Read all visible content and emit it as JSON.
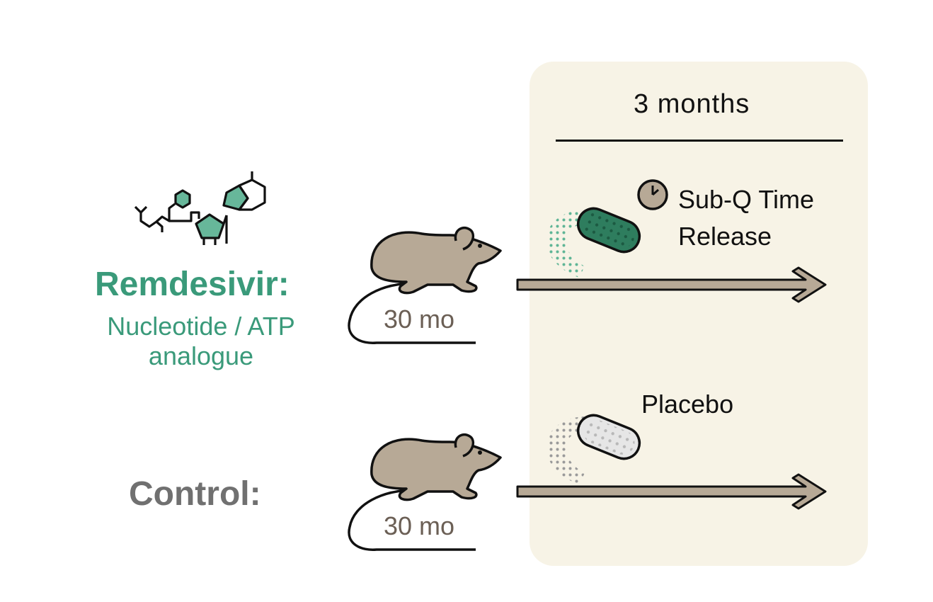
{
  "duration": "3 months",
  "groups": {
    "treatment": {
      "title": "Remdesivir:",
      "subtitle": "Nucleotide / ATP analogue",
      "age": "30 mo",
      "delivery": "Sub-Q Time Release"
    },
    "control": {
      "title": "Control:",
      "age": "30 mo",
      "delivery": "Placebo"
    }
  },
  "colors": {
    "remdesivir": "#3a9a7a",
    "control": "#707070",
    "mouse": "#b7a996",
    "panel": "#f7f3e6",
    "arrow": "#b7a996",
    "pill_treatment": "#2e7d5e",
    "pill_placebo": "#e6e6e6"
  },
  "icons": [
    "molecule-icon",
    "mouse-icon",
    "pill-icon",
    "timer-icon",
    "arrow-icon"
  ]
}
